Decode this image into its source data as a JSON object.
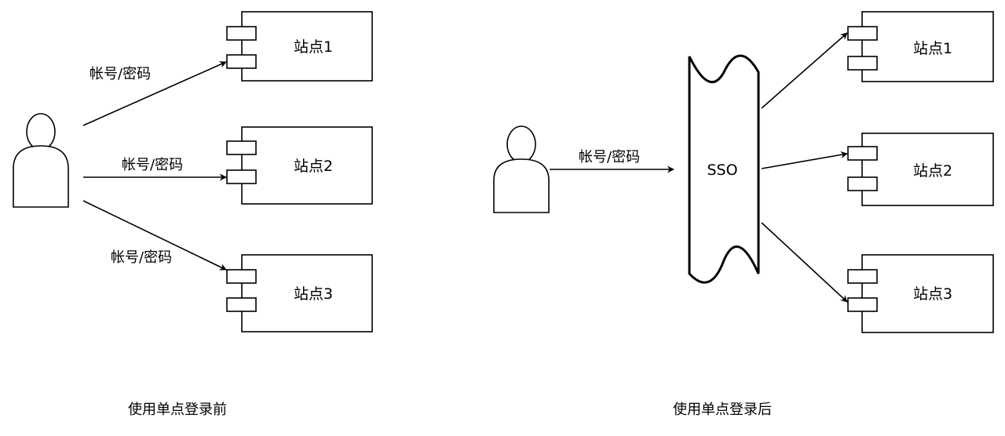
{
  "left_panel": {
    "caption": "使用单点登录前",
    "edges": [
      {
        "label": "帐号/密码"
      },
      {
        "label": "帐号/密码"
      },
      {
        "label": "帐号/密码"
      }
    ],
    "sites": [
      {
        "label": "站点1"
      },
      {
        "label": "站点2"
      },
      {
        "label": "站点3"
      }
    ]
  },
  "right_panel": {
    "caption": "使用单点登录后",
    "edge_label": "帐号/密码",
    "sso_label": "SSO",
    "sites": [
      {
        "label": "站点1"
      },
      {
        "label": "站点2"
      },
      {
        "label": "站点3"
      }
    ]
  },
  "colors": {
    "stroke": "#000000",
    "background": "#ffffff"
  }
}
